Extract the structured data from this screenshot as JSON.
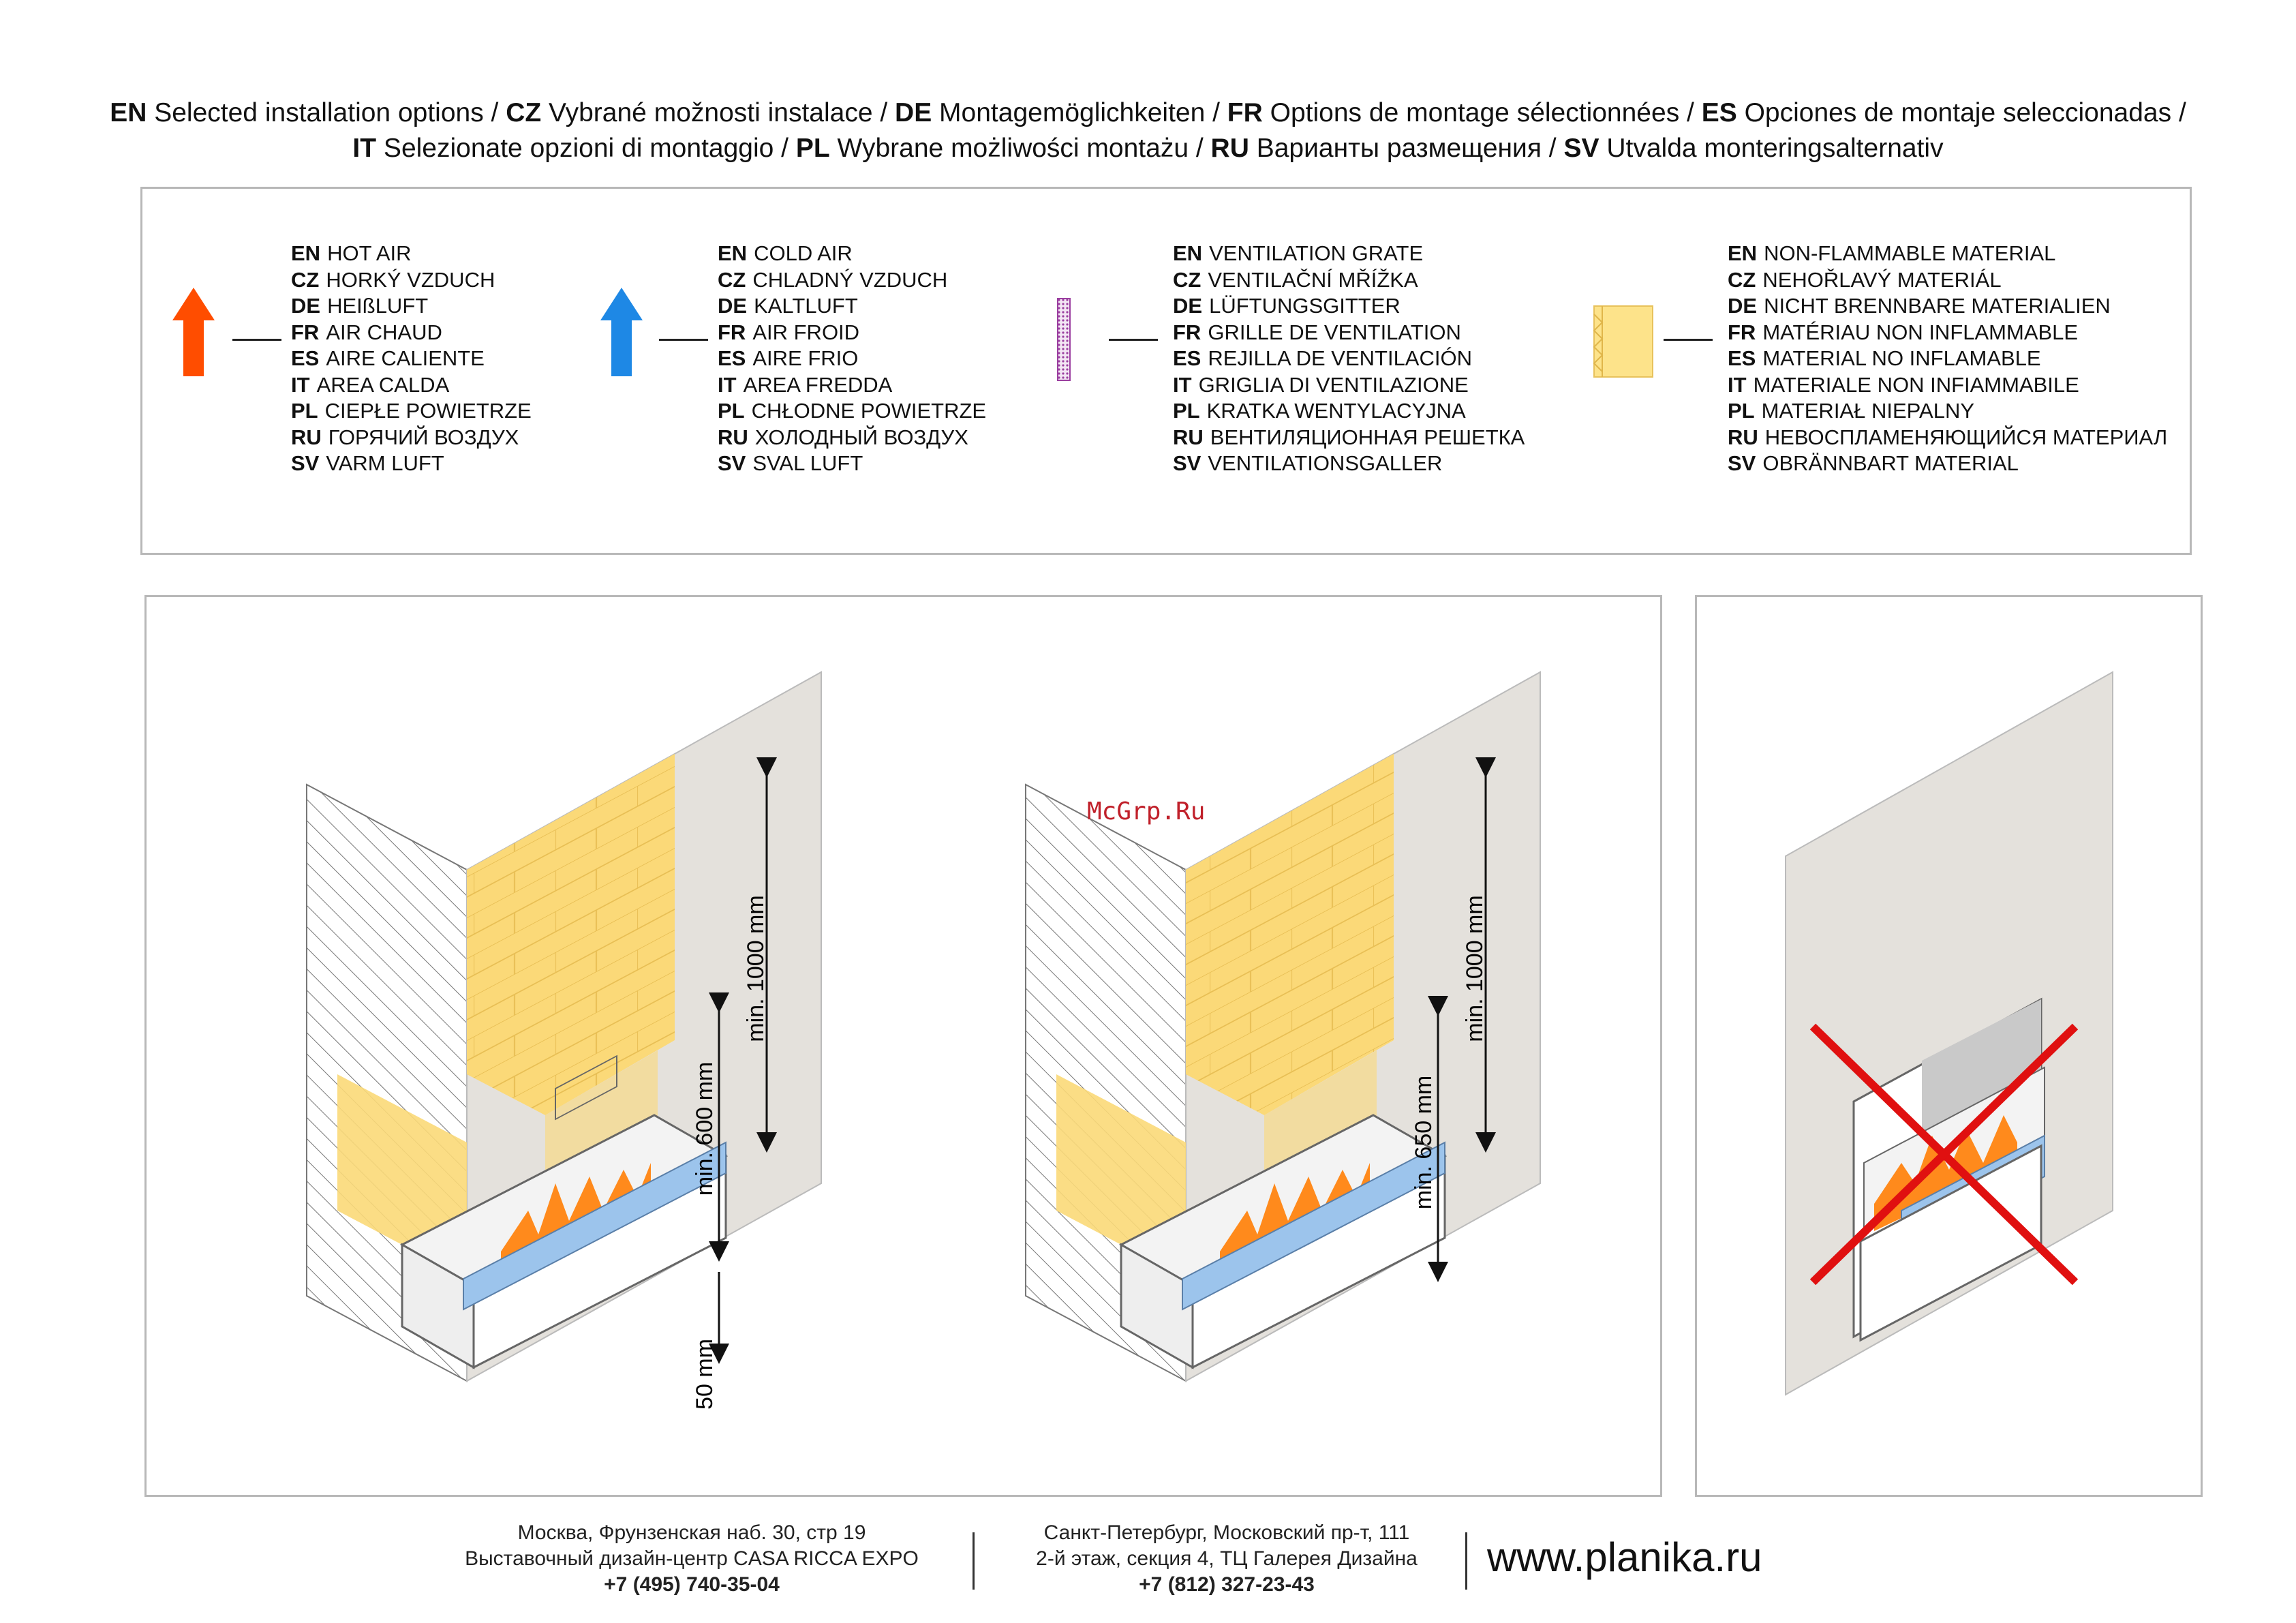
{
  "title": {
    "line1": [
      {
        "code": "EN",
        "text": " Selected installation options / "
      },
      {
        "code": "CZ",
        "text": " Vybrané možnosti instalace / "
      },
      {
        "code": "DE",
        "text": " Montagemöglichkeiten / "
      },
      {
        "code": "FR",
        "text": " Options de montage sélectionnées / "
      },
      {
        "code": "ES",
        "text": " Opciones de montaje seleccionadas /"
      }
    ],
    "line2": [
      {
        "code": "IT",
        "text": " Selezionate opzioni di montaggio / "
      },
      {
        "code": "PL",
        "text": " Wybrane możliwości montażu / "
      },
      {
        "code": "RU",
        "text": " Варианты размещения / "
      },
      {
        "code": "SV",
        "text": " Utvalda monteringsalternativ"
      }
    ]
  },
  "legend": {
    "hot_air": {
      "icon": "hot-air-arrow",
      "color": "#ff4d00",
      "rows": [
        [
          "EN",
          "HOT AIR"
        ],
        [
          "CZ",
          "HORKÝ VZDUCH"
        ],
        [
          "DE",
          "HEIßLUFT"
        ],
        [
          "FR",
          "AIR CHAUD"
        ],
        [
          "ES",
          "AIRE CALIENTE"
        ],
        [
          "IT",
          "AREA CALDA"
        ],
        [
          "PL",
          "CIEPŁE POWIETRZE"
        ],
        [
          "RU",
          "ГОРЯЧИЙ ВОЗДУХ"
        ],
        [
          "SV",
          "VARM LUFT"
        ]
      ]
    },
    "cold_air": {
      "icon": "cold-air-arrow",
      "color": "#1e88e5",
      "rows": [
        [
          "EN",
          "COLD AIR"
        ],
        [
          "CZ",
          "CHLADNÝ VZDUCH"
        ],
        [
          "DE",
          "KALTLUFT"
        ],
        [
          "FR",
          "AIR FROID"
        ],
        [
          "ES",
          "AIRE FRIO"
        ],
        [
          "IT",
          "AREA FREDDA"
        ],
        [
          "PL",
          "CHŁODNE POWIETRZE"
        ],
        [
          "RU",
          "ХОЛОДНЫЙ ВОЗДУХ"
        ],
        [
          "SV",
          "SVAL LUFT"
        ]
      ]
    },
    "ventilation_grate": {
      "icon": "ventilation-grate",
      "color": "#9b3fa0",
      "rows": [
        [
          "EN",
          "VENTILATION GRATE"
        ],
        [
          "CZ",
          "VENTILAČNÍ MŘÍŽKA"
        ],
        [
          "DE",
          "LÜFTUNGSGITTER"
        ],
        [
          "FR",
          "GRILLE DE VENTILATION"
        ],
        [
          "ES",
          "REJILLA DE VENTILACIÓN"
        ],
        [
          "IT",
          "GRIGLIA DI VENTILAZIONE"
        ],
        [
          "PL",
          "KRATKA WENTYLACYJNA"
        ],
        [
          "RU",
          "ВЕНТИЛЯЦИОННАЯ РЕШЕТКА"
        ],
        [
          "SV",
          "VENTILATIONSGALLER"
        ]
      ]
    },
    "non_flammable": {
      "icon": "non-flammable-material",
      "color": "#fde38a",
      "rows": [
        [
          "EN",
          "NON-FLAMMABLE MATERIAL"
        ],
        [
          "CZ",
          "NEHOŘLAVÝ MATERIÁL"
        ],
        [
          "DE",
          "NICHT BRENNBARE MATERIALIEN"
        ],
        [
          "FR",
          "MATÉRIAU NON INFLAMMABLE"
        ],
        [
          "ES",
          "MATERIAL NO INFLAMABLE"
        ],
        [
          "IT",
          "MATERIALE NON INFIAMMABILE"
        ],
        [
          "PL",
          "MATERIAŁ NIEPALNY"
        ],
        [
          "RU",
          "НЕВОСПЛАМЕНЯЮЩИЙСЯ МАТЕРИАЛ"
        ],
        [
          "SV",
          "OBRÄNNBART MATERIAL"
        ]
      ]
    }
  },
  "diagrams": {
    "option_a": {
      "dim_total": "min. 1000 mm",
      "dim_top": "min. 600 mm",
      "dim_bottom": "50 mm"
    },
    "option_b": {
      "dim_total": "min. 1000 mm",
      "dim_top": "min. 650 mm"
    },
    "option_c": {
      "status": "not-allowed"
    }
  },
  "colors": {
    "wall": "#e4e1dc",
    "yellow": "#fbd978",
    "glass": "#9cc4ec",
    "flame": "#ff8a1c",
    "cross": "#e01010"
  },
  "watermark": "McGrp.Ru",
  "footer": {
    "moscow": {
      "line1": "Москва, Фрунзенская наб. 30, стр 19",
      "line2": "Выставочный дизайн-центр CASA RICCA EXPO",
      "phone": "+7 (495) 740-35-04"
    },
    "spb": {
      "line1": "Санкт-Петербург, Московский пр-т, 111",
      "line2": "2-й этаж, секция 4, ТЦ Галерея Дизайна",
      "phone": "+7 (812) 327-23-43"
    },
    "website": "www.planika.ru"
  }
}
